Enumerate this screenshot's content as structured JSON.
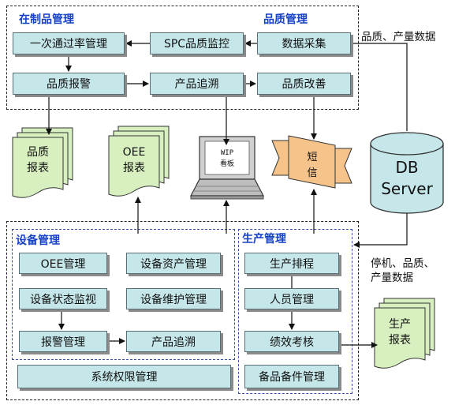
{
  "sections": {
    "wip": "在制品管理",
    "quality": "品质管理",
    "equipment": "设备管理",
    "production": "生产管理"
  },
  "nodes": {
    "first_pass": "一次通过率管理",
    "spc": "SPC品质监控",
    "data_collect": "数据采集",
    "quality_alarm": "品质报警",
    "trace_top": "产品追溯",
    "quality_improve": "品质改善",
    "oee_mgmt": "OEE管理",
    "asset_mgmt": "设备资产管理",
    "status_monitor": "设备状态监视",
    "maintenance": "设备维护管理",
    "alarm_mgmt": "报警管理",
    "trace_bottom": "产品追溯",
    "permissions": "系统权限管理",
    "scheduling": "生产排程",
    "personnel": "人员管理",
    "performance": "绩效考核",
    "spare_parts": "备品备件管理"
  },
  "documents": {
    "quality_report": [
      "品质",
      "报表"
    ],
    "oee_report": [
      "OEE",
      "报表"
    ],
    "production_report": [
      "生产",
      "报表"
    ]
  },
  "wip_board": [
    "WIP",
    "看板"
  ],
  "sms": [
    "短",
    "信"
  ],
  "db_server": [
    "DB",
    "Server"
  ],
  "edge_labels": {
    "to_db": "品质、产量数据",
    "from_db": [
      "停机、品质、",
      "产量数据"
    ]
  },
  "colors": {
    "box_fill": "#c6e7ea",
    "section_title": "#1540c8",
    "document_fill": "#d8f0c0",
    "db_fill": "#c6e7ea",
    "sms_fill": "#f6c48a"
  }
}
